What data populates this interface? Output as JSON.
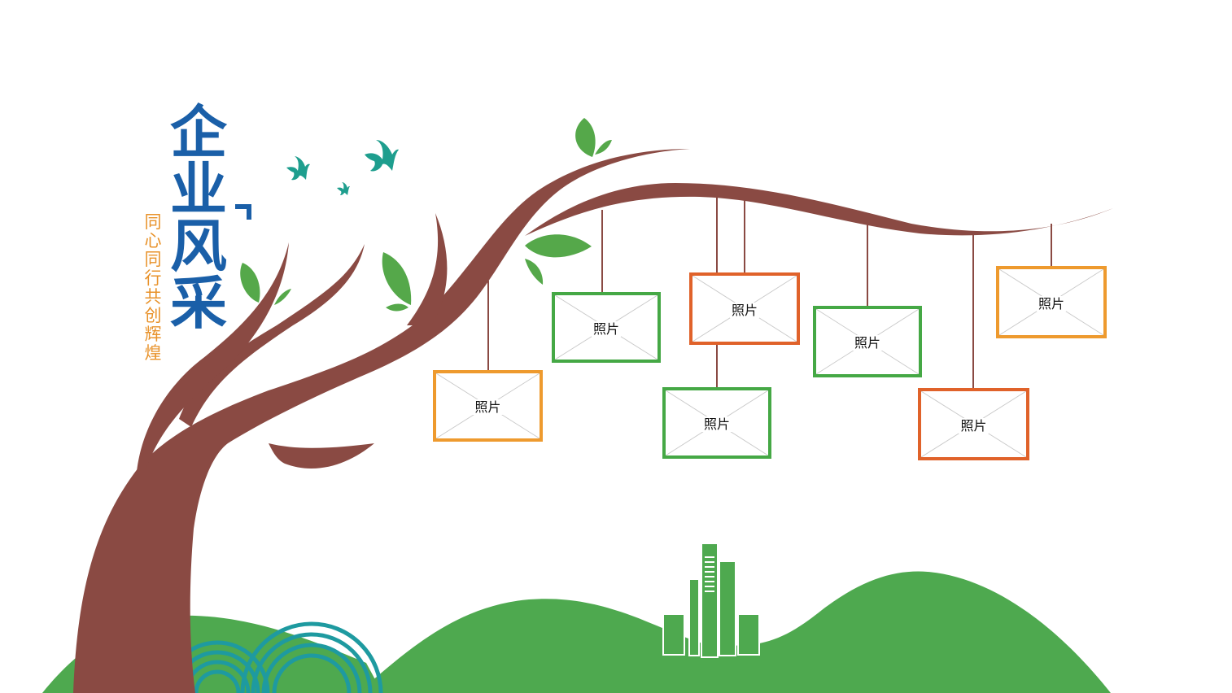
{
  "title": {
    "chars": [
      "企",
      "业",
      "风",
      "采"
    ],
    "color": "#1a5fa8"
  },
  "slogan": {
    "chars": [
      "同",
      "心",
      "同",
      "行",
      "共",
      "创",
      "辉",
      "煌"
    ],
    "color": "#e8922a"
  },
  "colors": {
    "trunk": "#8a4a43",
    "leaf": "#55a84a",
    "hill": "#4ea94f",
    "bird": "#1e9e8e",
    "rings": "#1e9aa0",
    "frame_orange": "#ee9a2e",
    "frame_green": "#45a845",
    "frame_red": "#e0622a"
  },
  "frames": [
    {
      "label": "照片",
      "color": "frame_orange"
    },
    {
      "label": "照片",
      "color": "frame_green"
    },
    {
      "label": "照片",
      "color": "frame_red"
    },
    {
      "label": "照片",
      "color": "frame_green"
    },
    {
      "label": "照片",
      "color": "frame_green"
    },
    {
      "label": "照片",
      "color": "frame_red"
    },
    {
      "label": "照片",
      "color": "frame_orange"
    }
  ]
}
